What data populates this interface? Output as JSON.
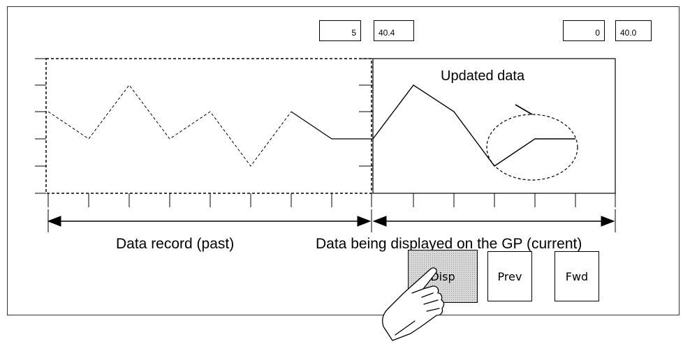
{
  "displays": {
    "past_count": "5",
    "past_value": "40.4",
    "current_count": "0",
    "current_value": "40.0"
  },
  "labels": {
    "updated_data": "Updated data",
    "data_record": "Data record (past)",
    "data_current": "Data being displayed on the GP (current)"
  },
  "buttons": {
    "disp": "Disp",
    "prev": "Prev",
    "fwd": "Fwd"
  },
  "icons": {
    "pointer": "pointing-hand-icon"
  }
}
